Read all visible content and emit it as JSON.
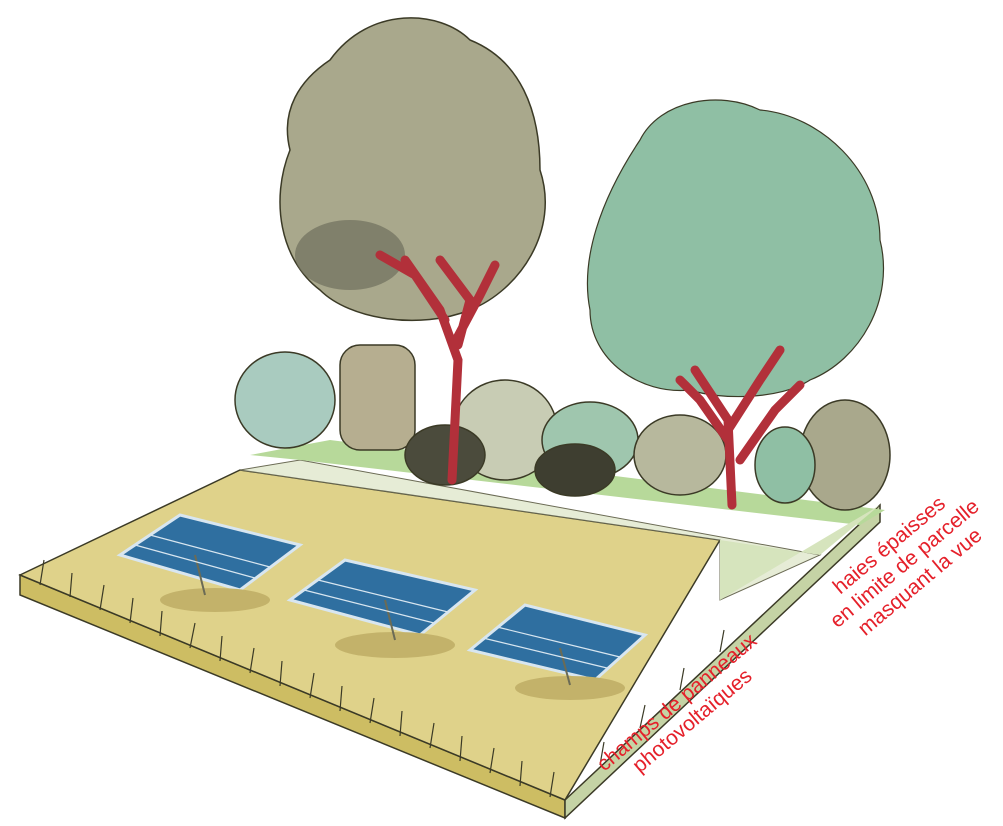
{
  "colors": {
    "label_red": "#e5202a",
    "tree_grey": "#a9a88c",
    "tree_green": "#8fbfa4",
    "trunk_red": "#b2303a",
    "hedge_green": "#a8d28c",
    "field_yellow": "#d9cc7a",
    "panel_blue": "#2f6fa0",
    "path_light": "#e4ebd3"
  },
  "icons": [
    "grey-tree-icon",
    "green-tree-icon",
    "hedge-icon",
    "solar-panel-icon"
  ],
  "labels": {
    "panels": {
      "line1": "champs de panneaux",
      "line2": "photovoltaïques"
    },
    "hedges": {
      "line1": "haies épaisses",
      "line2": "en limite de parcelle",
      "line3": "masquant la vue"
    }
  }
}
